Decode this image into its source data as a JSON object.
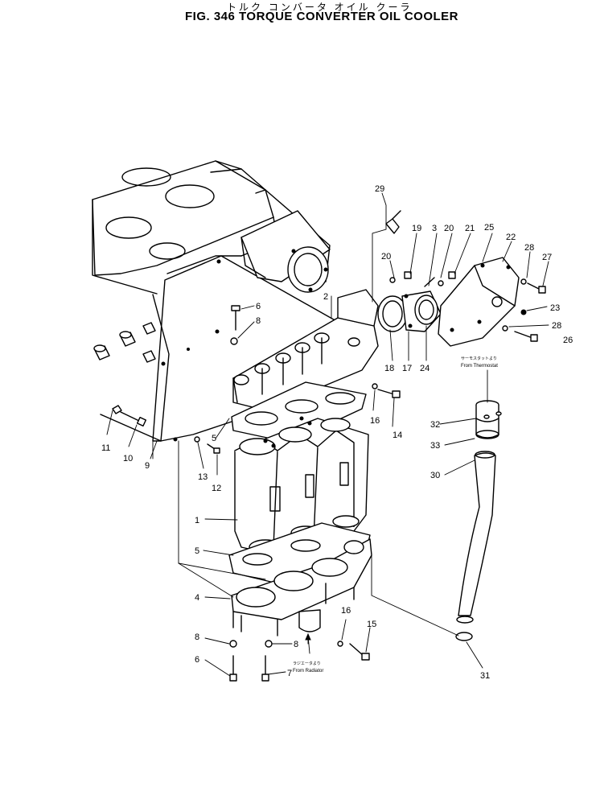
{
  "title": {
    "japanese": "トルク コンバータ オイル クーラ",
    "english": "FIG. 346  TORQUE  CONVERTER  OIL  COOLER"
  },
  "callouts": [
    "1",
    "2",
    "3",
    "4",
    "5",
    "5",
    "6",
    "6",
    "7",
    "8",
    "8",
    "8",
    "9",
    "10",
    "11",
    "12",
    "13",
    "14",
    "15",
    "16",
    "16",
    "17",
    "18",
    "19",
    "20",
    "20",
    "21",
    "22",
    "23",
    "24",
    "25",
    "26",
    "27",
    "28",
    "28",
    "29",
    "30",
    "31",
    "32",
    "33"
  ],
  "notes": {
    "thermostat_jp": "サーモスタットより",
    "thermostat_en": "From Thermostat",
    "radiator_jp": "ラジエータより",
    "radiator_en": "From Radiator"
  }
}
